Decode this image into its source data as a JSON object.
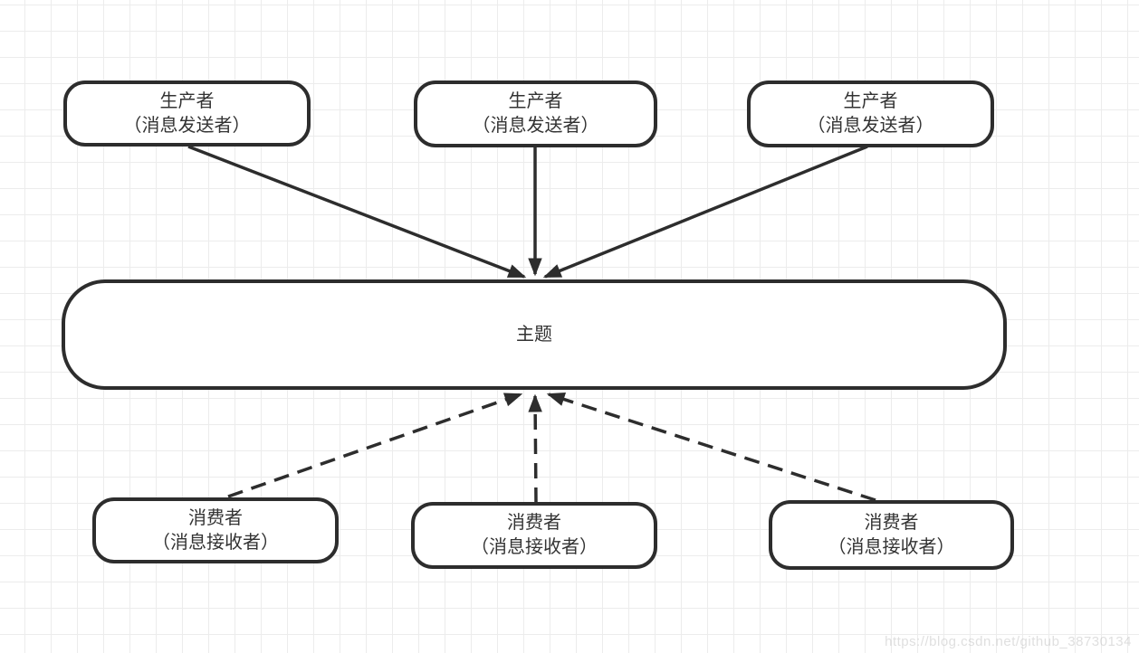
{
  "diagram": {
    "producers": [
      {
        "line1": "生产者",
        "line2": "（消息发送者）"
      },
      {
        "line1": "生产者",
        "line2": "（消息发送者）"
      },
      {
        "line1": "生产者",
        "line2": "（消息发送者）"
      }
    ],
    "topic": {
      "label": "主题"
    },
    "consumers": [
      {
        "line1": "消费者",
        "line2": "（消息接收者）"
      },
      {
        "line1": "消费者",
        "line2": "（消息接收者）"
      },
      {
        "line1": "消费者",
        "line2": "（消息接收者）"
      }
    ],
    "edges": {
      "producer_to_topic_style": "solid",
      "consumer_to_topic_style": "dashed"
    }
  },
  "watermark": "https://blog.csdn.net/github_38730134",
  "colors": {
    "stroke": "#2d2d2d",
    "grid": "#ececec",
    "background": "#ffffff",
    "text": "#333333"
  }
}
